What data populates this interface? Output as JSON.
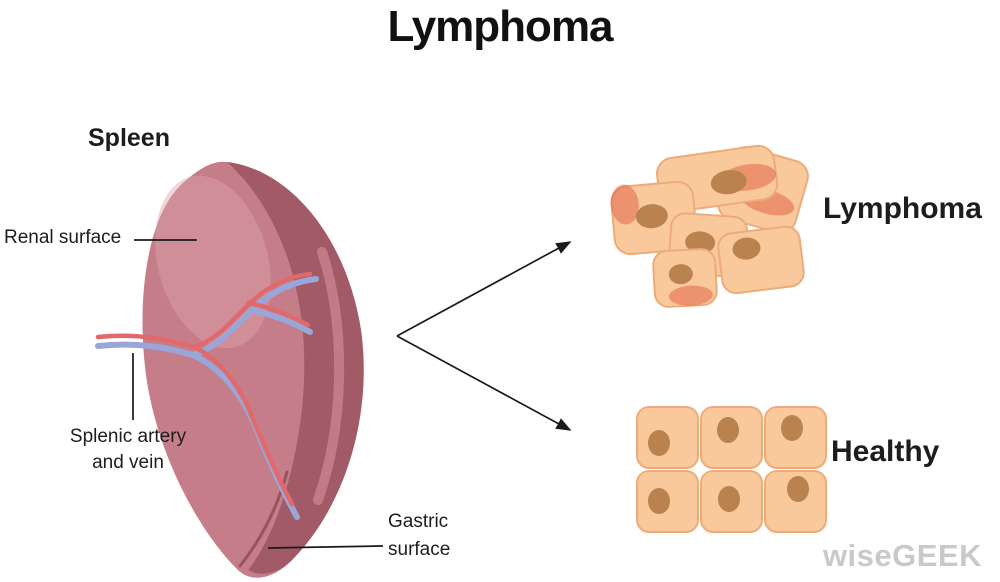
{
  "title": "Lymphoma",
  "labels": {
    "spleen": "Spleen",
    "renal_surface": "Renal surface",
    "splenic_artery_vein": "Splenic artery and vein",
    "gastric_surface": "Gastric surface",
    "lymphoma_cells": "Lymphoma",
    "healthy_cells": "Healthy"
  },
  "watermark": "wiseGEEK",
  "colors": {
    "spleen_body": "#c57e89",
    "spleen_ridge": "#a25a67",
    "spleen_highlight": "#dca2aa",
    "spleen_sheen": "#c98792",
    "spleen_crease": "#8a4854",
    "artery": "#e2696b",
    "vein": "#9aa6d8",
    "cell_fill": "#f9c99b",
    "cell_stroke": "#eeab7a",
    "nucleus": "#b9824e",
    "blush": "#e05c42",
    "line": "#1a1a1a",
    "watermark_color": "#c9c9c9"
  }
}
